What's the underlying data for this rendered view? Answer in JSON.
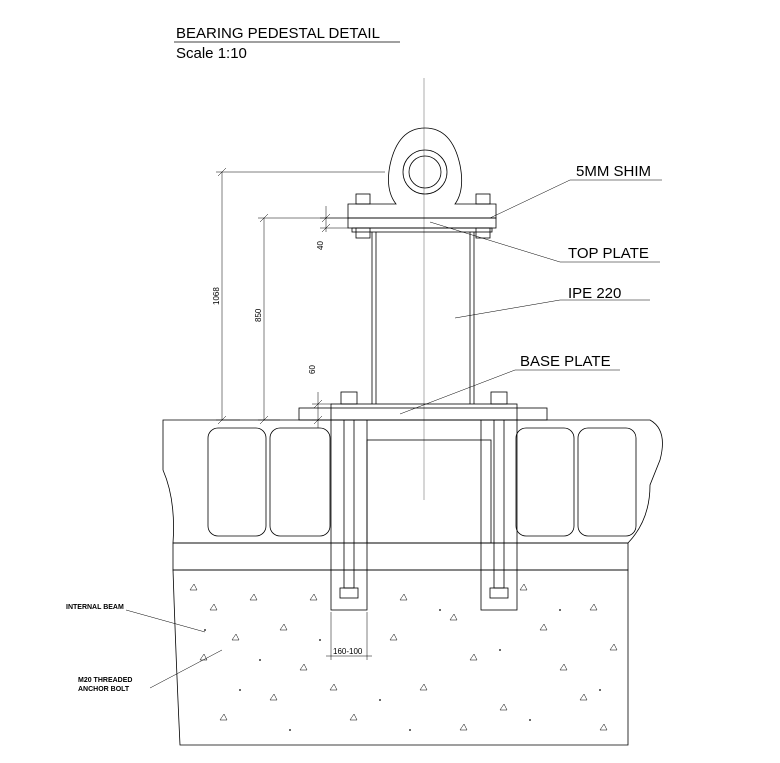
{
  "drawing": {
    "title": "BEARING PEDESTAL DETAIL",
    "scale": "Scale 1:10"
  },
  "labels": {
    "shim": "5MM SHIM",
    "top_plate": "TOP PLATE",
    "ipe": "IPE 220",
    "base_plate": "BASE PLATE",
    "internal_beam": "INTERNAL BEAM",
    "anchor_bolt_line1": "M20 THREADED",
    "anchor_bolt_line2": "ANCHOR BOLT"
  },
  "dimensions": {
    "overall": "1068",
    "column": "850",
    "top_plate": "40",
    "base_plate": "60",
    "bolt_spacing": "160-100"
  }
}
